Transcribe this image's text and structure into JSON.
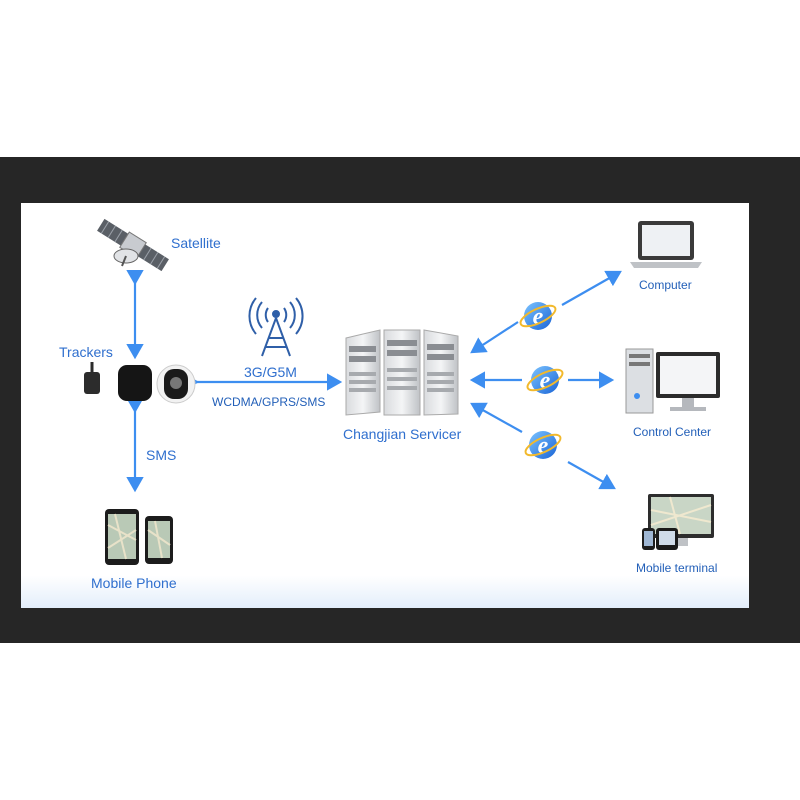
{
  "labels": {
    "satellite": "Satellite",
    "trackers": "Trackers",
    "sms": "SMS",
    "mobile_phone": "Mobile Phone",
    "network": "3G/G5M",
    "protocols": "WCDMA/GPRS/SMS",
    "server": "Changjian Servicer",
    "computer": "Computer",
    "control_center": "Control Center",
    "mobile_terminal": "Mobile terminal"
  },
  "colors": {
    "frame": "#262626",
    "accent": "#3d8ef0",
    "label": "#2f6fce"
  },
  "icons": [
    "satellite-icon",
    "tower-icon",
    "tracker-icon",
    "phone-icon",
    "server-icon",
    "ie-icon",
    "laptop-icon",
    "desktop-icon",
    "tablet-icon"
  ]
}
